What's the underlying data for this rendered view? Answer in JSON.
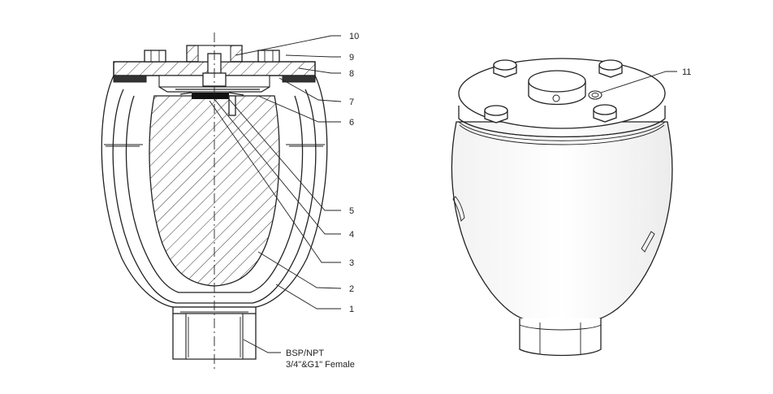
{
  "figure": {
    "callouts": [
      {
        "id": "c10",
        "label": "10"
      },
      {
        "id": "c9",
        "label": "9"
      },
      {
        "id": "c8",
        "label": "8"
      },
      {
        "id": "c7",
        "label": "7"
      },
      {
        "id": "c6",
        "label": "6"
      },
      {
        "id": "c5",
        "label": "5"
      },
      {
        "id": "c4",
        "label": "4"
      },
      {
        "id": "c3",
        "label": "3"
      },
      {
        "id": "c2",
        "label": "2"
      },
      {
        "id": "c1",
        "label": "1"
      },
      {
        "id": "c11",
        "label": "11"
      }
    ],
    "connection_note": {
      "line1": "BSP/NPT",
      "line2": "3/4\"&G1\" Female"
    }
  }
}
